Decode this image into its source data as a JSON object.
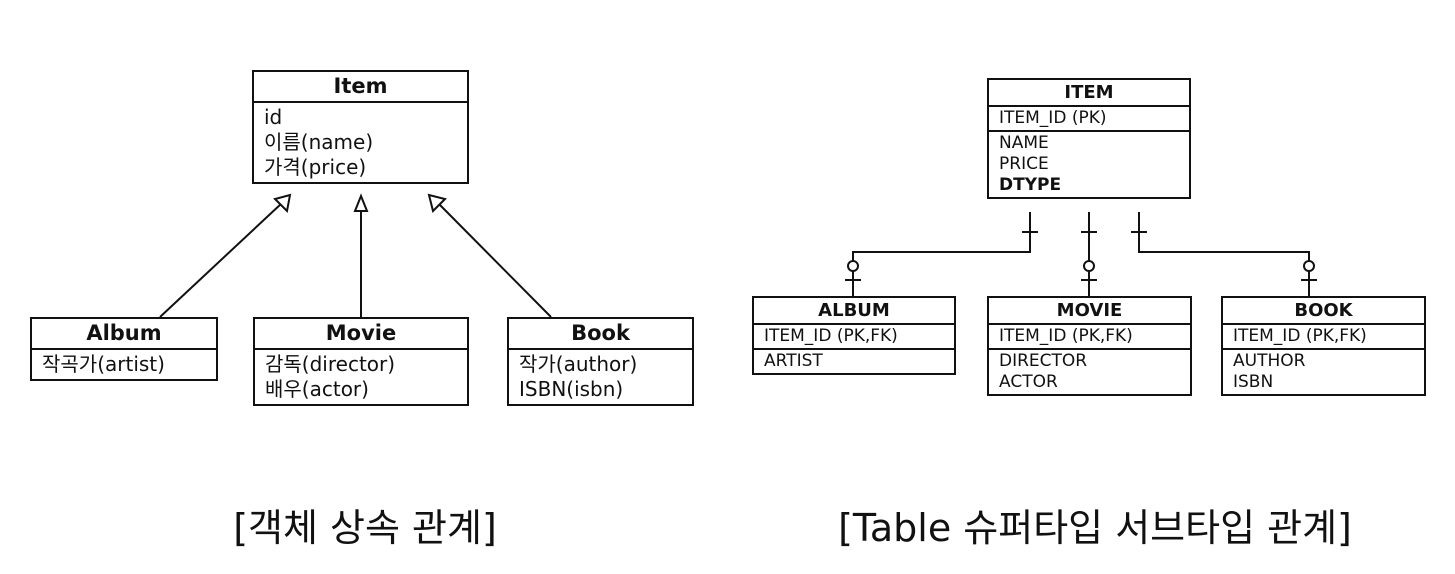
{
  "class_diagram": {
    "item": {
      "title": "Item",
      "fields": [
        "id",
        "이름(name)",
        "가격(price)"
      ]
    },
    "album": {
      "title": "Album",
      "fields": [
        "작곡가(artist)"
      ]
    },
    "movie": {
      "title": "Movie",
      "fields": [
        "감독(director)",
        "배우(actor)"
      ]
    },
    "book": {
      "title": "Book",
      "fields": [
        "작가(author)",
        "ISBN(isbn)"
      ]
    },
    "caption": "[객체 상속 관계]"
  },
  "table_diagram": {
    "item": {
      "title": "ITEM",
      "key": "ITEM_ID (PK)",
      "columns": [
        "NAME",
        "PRICE",
        "DTYPE"
      ]
    },
    "album": {
      "title": "ALBUM",
      "key": "ITEM_ID (PK,FK)",
      "columns": [
        "ARTIST"
      ]
    },
    "movie": {
      "title": "MOVIE",
      "key": "ITEM_ID (PK,FK)",
      "columns": [
        "DIRECTOR",
        "ACTOR"
      ]
    },
    "book": {
      "title": "BOOK",
      "key": "ITEM_ID (PK,FK)",
      "columns": [
        "AUTHOR",
        "ISBN"
      ]
    },
    "caption": "[Table 슈퍼타입 서브타입 관계]"
  }
}
